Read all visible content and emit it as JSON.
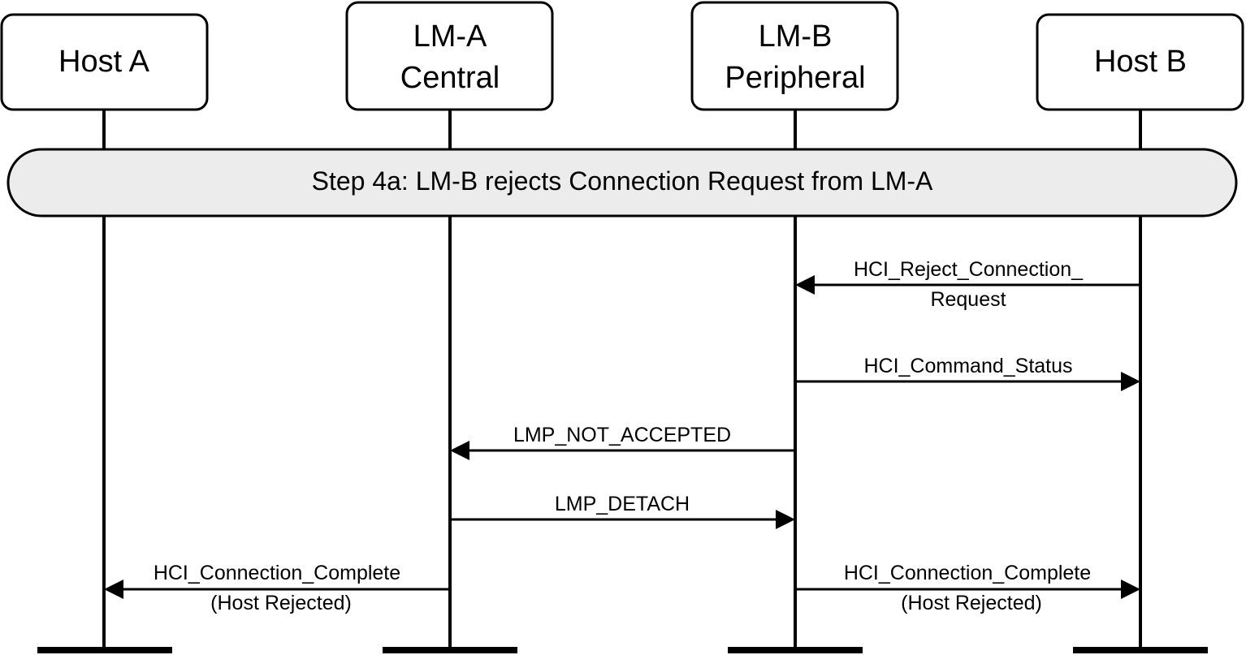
{
  "participants": [
    {
      "lines": [
        "Host A"
      ]
    },
    {
      "lines": [
        "LM-A",
        "Central"
      ]
    },
    {
      "lines": [
        "LM-B",
        "Peripheral"
      ]
    },
    {
      "lines": [
        "Host B"
      ]
    }
  ],
  "step": {
    "label": "Step 4a:  LM-B rejects Connection Request from LM-A"
  },
  "messages": [
    {
      "from": 3,
      "to": 2,
      "lines": [
        "HCI_Reject_Connection_",
        "Request"
      ]
    },
    {
      "from": 2,
      "to": 3,
      "lines": [
        "HCI_Command_Status"
      ]
    },
    {
      "from": 2,
      "to": 1,
      "lines": [
        "LMP_NOT_ACCEPTED"
      ]
    },
    {
      "from": 1,
      "to": 2,
      "lines": [
        "LMP_DETACH"
      ]
    },
    {
      "from": 1,
      "to": 0,
      "lines": [
        "HCI_Connection_Complete",
        "(Host Rejected)"
      ]
    },
    {
      "from": 2,
      "to": 3,
      "lines": [
        "HCI_Connection_Complete",
        "(Host Rejected)"
      ]
    }
  ]
}
